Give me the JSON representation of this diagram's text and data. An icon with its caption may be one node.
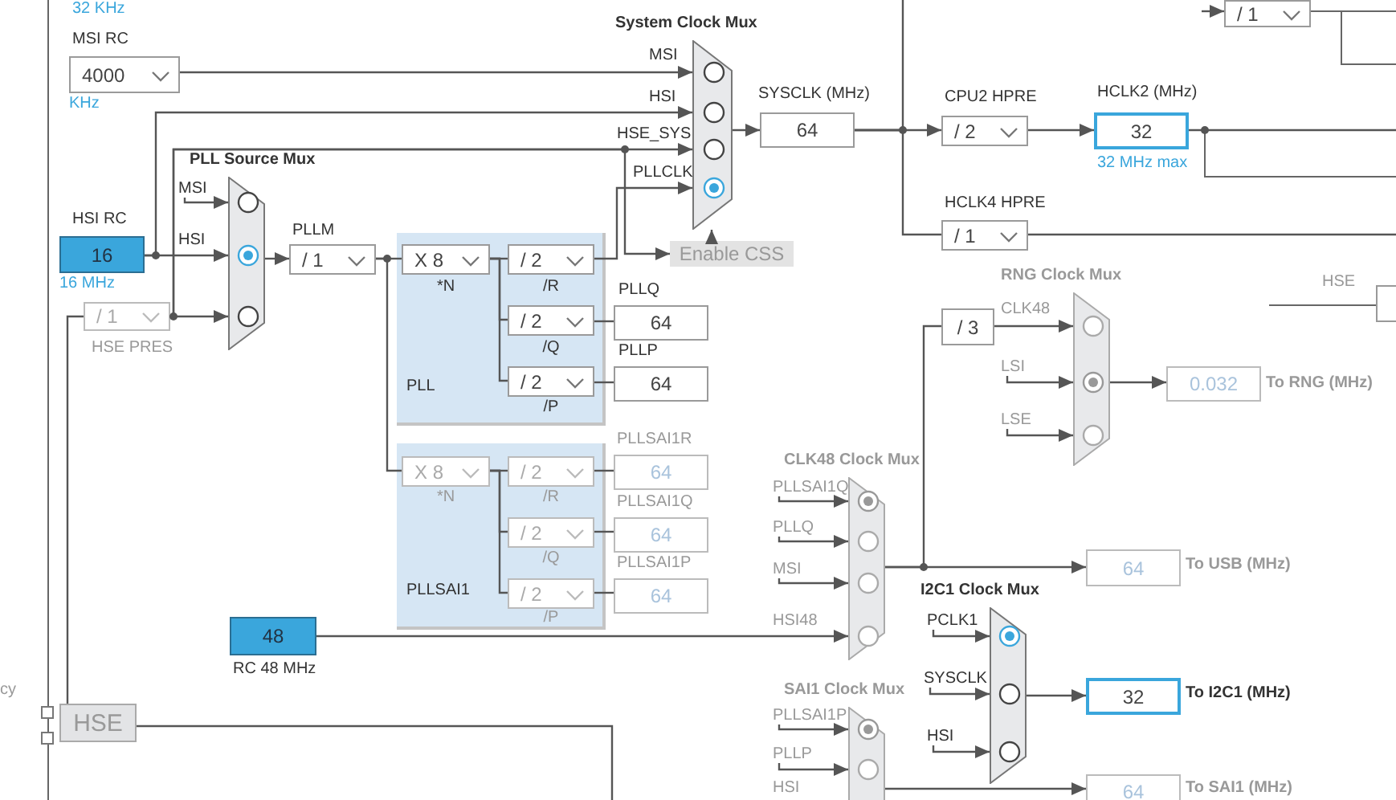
{
  "diagram": {
    "nodes": [
      {
        "text": [
          "4000"
        ],
        "beside": [
          "MSI RC",
          "KHz"
        ]
      },
      {
        "text": [
          "System Clock Mux"
        ]
      },
      {
        "text": [
          "16"
        ],
        "beside": [
          "HSI RC",
          "16 MHz"
        ]
      },
      {
        "text": [
          "/ 1"
        ],
        "beside": [
          "HSE PRES"
        ]
      },
      {
        "text": [
          "PLL Source Mux"
        ]
      },
      {
        "text": [
          "/ 1"
        ],
        "beside": [
          "PLLM"
        ]
      },
      {
        "text": [
          "PLL"
        ]
      },
      {
        "text": [
          "X 8"
        ],
        "beside": [
          "*N"
        ],
        "in": 6
      },
      {
        "text": [
          "/ 2"
        ],
        "beside": [
          "/R"
        ],
        "in": 6
      },
      {
        "text": [
          "/ 2"
        ],
        "beside": [
          "/Q"
        ],
        "in": 6
      },
      {
        "text": [
          "/ 2"
        ],
        "beside": [
          "/P"
        ],
        "in": 6
      },
      {
        "text": [
          "64"
        ],
        "beside": [
          "PLLQ"
        ]
      },
      {
        "text": [
          "64"
        ],
        "beside": [
          "PLLP"
        ]
      },
      {
        "text": [
          "Enable CSS"
        ]
      },
      {
        "text": [
          "64"
        ],
        "beside": [
          "SYSCLK (MHz)"
        ]
      },
      {
        "text": [
          "/ 2"
        ],
        "beside": [
          "CPU2 HPRE"
        ]
      },
      {
        "text": [
          "32"
        ],
        "beside": [
          "HCLK2 (MHz)",
          "32 MHz max"
        ]
      },
      {
        "text": [
          "/ 1"
        ],
        "beside": [
          "HCLK4 HPRE"
        ]
      },
      {
        "text": [
          "/ 1"
        ]
      },
      {
        "text": [
          "PLLSAI1"
        ]
      },
      {
        "text": [
          "X 8"
        ],
        "beside": [
          "*N"
        ],
        "in": 19
      },
      {
        "text": [
          "/ 2"
        ],
        "beside": [
          "/R"
        ],
        "in": 19
      },
      {
        "text": [
          "/ 2"
        ],
        "beside": [
          "/Q"
        ],
        "in": 19
      },
      {
        "text": [
          "/ 2"
        ],
        "beside": [
          "/P"
        ],
        "in": 19
      },
      {
        "text": [
          "64"
        ],
        "beside": [
          "PLLSAI1R"
        ]
      },
      {
        "text": [
          "64"
        ],
        "beside": [
          "PLLSAI1Q"
        ]
      },
      {
        "text": [
          "64"
        ],
        "beside": [
          "PLLSAI1P"
        ]
      },
      {
        "text": [
          "48"
        ],
        "beside": [
          "RC 48 MHz"
        ]
      },
      {
        "text": [
          "HSE"
        ]
      },
      {
        "text": [
          "RNG Clock Mux"
        ]
      },
      {
        "text": [
          "/ 3"
        ]
      },
      {
        "text": [
          "0.032"
        ],
        "beside": [
          "To RNG (MHz)"
        ]
      },
      {
        "text": [
          "CLK48 Clock Mux"
        ]
      },
      {
        "text": [
          "64"
        ],
        "beside": [
          "To USB (MHz)"
        ]
      },
      {
        "text": [
          "I2C1 Clock Mux"
        ]
      },
      {
        "text": [
          "32"
        ],
        "beside": [
          "To I2C1 (MHz)"
        ]
      },
      {
        "text": [
          "SAI1 Clock Mux"
        ]
      },
      {
        "text": [
          "64"
        ],
        "beside": [
          "To SAI1 (MHz)"
        ]
      },
      {
        "text": [
          "MSI"
        ]
      },
      {
        "text": [
          "LSI"
        ]
      },
      {
        "text": [
          "LSE"
        ]
      },
      {
        "text": [
          "PLLSAI1Q"
        ]
      },
      {
        "text": [
          "PLLQ"
        ]
      },
      {
        "text": [
          "MSI"
        ]
      },
      {
        "text": [
          "PCLK1"
        ]
      },
      {
        "text": [
          "SYSCLK"
        ]
      },
      {
        "text": [
          "HSI"
        ]
      },
      {
        "text": [
          "PLLSAI1P"
        ]
      },
      {
        "text": [
          "PLLP"
        ]
      }
    ],
    "edges": [
      {
        "from": 0,
        "to": 1,
        "arrow": "to"
      },
      {
        "from": 2,
        "to": 1,
        "arrow": "to"
      },
      {
        "from": 2,
        "to": 4,
        "arrow": "to"
      },
      {
        "from": 3,
        "to": 4,
        "arrow": "to"
      },
      {
        "from": 3,
        "to": 1,
        "arrow": "to"
      },
      {
        "from": 38,
        "to": 4,
        "arrow": "to"
      },
      {
        "from": 4,
        "to": 5,
        "arrow": "to"
      },
      {
        "from": 5,
        "to": 7,
        "arrow": "none"
      },
      {
        "from": 7,
        "to": 8,
        "arrow": "none"
      },
      {
        "from": 7,
        "to": 9,
        "arrow": "none"
      },
      {
        "from": 7,
        "to": 10,
        "arrow": "none"
      },
      {
        "from": 8,
        "to": 1,
        "arrow": "to"
      },
      {
        "from": 3,
        "to": 13,
        "arrow": "to"
      },
      {
        "from": 13,
        "to": 1,
        "arrow": "to"
      },
      {
        "from": 9,
        "to": 11,
        "arrow": "none"
      },
      {
        "from": 10,
        "to": 12,
        "arrow": "none"
      },
      {
        "from": 1,
        "to": 14,
        "arrow": "to"
      },
      {
        "from": 14,
        "to": 15,
        "arrow": "to"
      },
      {
        "from": 15,
        "to": 16,
        "arrow": "to"
      },
      {
        "from": 14,
        "to": 17,
        "arrow": "none"
      },
      {
        "from": 14,
        "to": null,
        "arrow": "none"
      },
      {
        "from": 16,
        "to": null,
        "arrow": "none"
      },
      {
        "from": 17,
        "to": null,
        "arrow": "none"
      },
      {
        "from": null,
        "to": 18,
        "arrow": "to"
      },
      {
        "from": 5,
        "to": 20,
        "arrow": "none"
      },
      {
        "from": 20,
        "to": 21,
        "arrow": "none"
      },
      {
        "from": 20,
        "to": 22,
        "arrow": "none"
      },
      {
        "from": 20,
        "to": 23,
        "arrow": "none"
      },
      {
        "from": 21,
        "to": 24,
        "arrow": "none"
      },
      {
        "from": 22,
        "to": 25,
        "arrow": "none"
      },
      {
        "from": 23,
        "to": 26,
        "arrow": "none"
      },
      {
        "from": 30,
        "to": 29,
        "arrow": "to"
      },
      {
        "from": 39,
        "to": 29,
        "arrow": "to"
      },
      {
        "from": 40,
        "to": 29,
        "arrow": "to"
      },
      {
        "from": 29,
        "to": 31,
        "arrow": "to"
      },
      {
        "from": 32,
        "to": 33,
        "arrow": "to"
      },
      {
        "from": 32,
        "to": 30,
        "arrow": "none"
      },
      {
        "from": 41,
        "to": 32,
        "arrow": "to"
      },
      {
        "from": 42,
        "to": 32,
        "arrow": "to"
      },
      {
        "from": 43,
        "to": 32,
        "arrow": "to"
      },
      {
        "from": 27,
        "to": 32,
        "arrow": "to"
      },
      {
        "from": 44,
        "to": 34,
        "arrow": "to"
      },
      {
        "from": 45,
        "to": 34,
        "arrow": "to"
      },
      {
        "from": 46,
        "to": 34,
        "arrow": "to"
      },
      {
        "from": 34,
        "to": 35,
        "arrow": "to"
      },
      {
        "from": 47,
        "to": 36,
        "arrow": "to"
      },
      {
        "from": 48,
        "to": 36,
        "arrow": "to"
      },
      {
        "from": 36,
        "to": 37,
        "arrow": "to"
      },
      {
        "from": 28,
        "to": null,
        "arrow": "none"
      },
      {
        "from": 28,
        "to": 3,
        "arrow": "none"
      }
    ],
    "labels": [
      "32 KHz",
      "MSI",
      "HSI",
      "HSE_SYS",
      "PLLCLK",
      "HSI",
      "HSE",
      "CLK48",
      "HSI48",
      "cy",
      "HSI"
    ]
  }
}
